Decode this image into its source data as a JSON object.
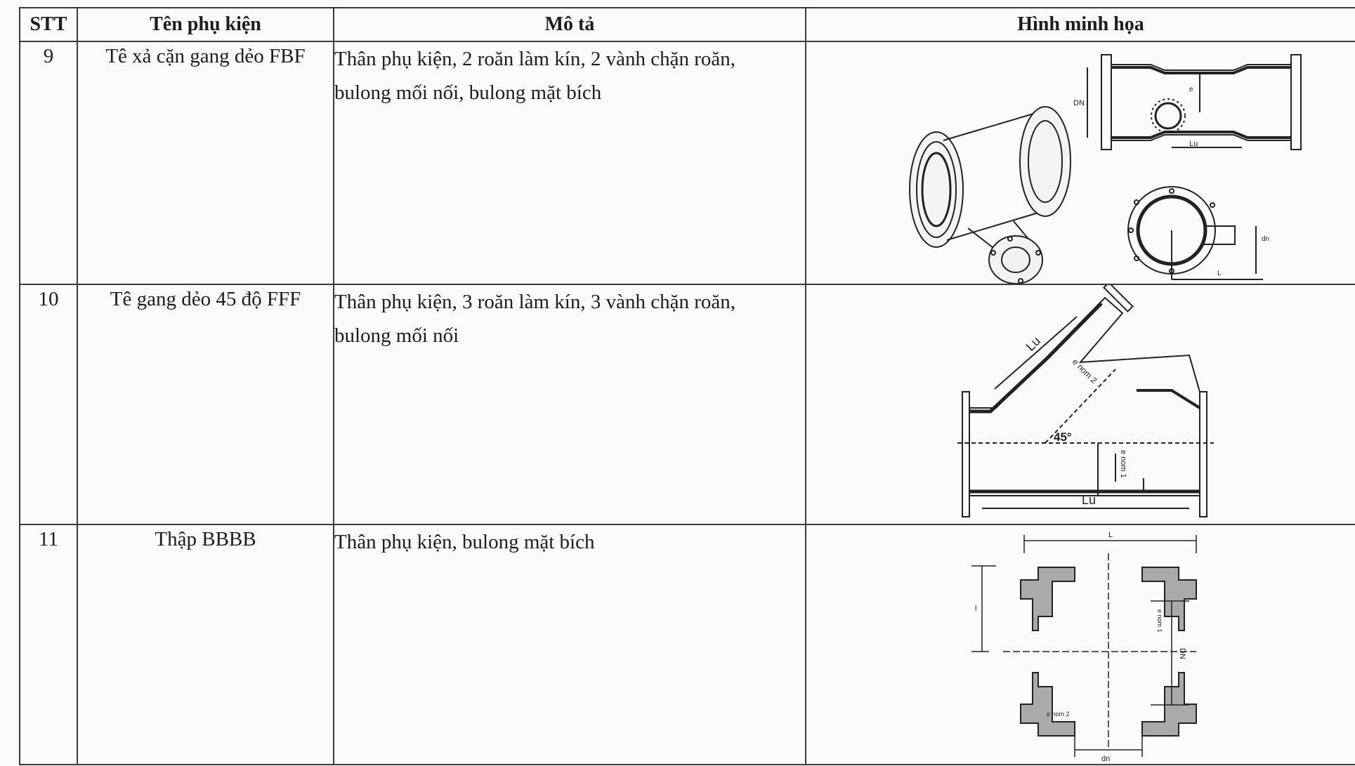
{
  "header": {
    "stt": "STT",
    "name": "Tên phụ kiện",
    "description": "Mô tả",
    "illustration": "Hình minh họa"
  },
  "rows": [
    {
      "stt": "9",
      "name": "Tê xả cặn gang dẻo FBF",
      "description_lines": [
        "Thân phụ kiện, 2 roăn làm kín, 2 vành chặn roăn,",
        "bulong mối nối, bulong mặt bích"
      ],
      "illustration": {
        "icon": "drain-tee-drawing-icon",
        "labels": {
          "dn_upper": "DN",
          "e_nom": "e",
          "lu": "Lu",
          "dn_lower": "dn",
          "l": "L"
        }
      }
    },
    {
      "stt": "10",
      "name": "Tê gang dẻo 45 độ FFF",
      "description_lines": [
        "Thân phụ kiện, 3 roăn làm kín, 3 vành chặn roăn,",
        "bulong mối nối"
      ],
      "illustration": {
        "icon": "tee-45-degree-drawing-icon",
        "labels": {
          "lu_top": "Lu",
          "e_nom_2": "e nom 2",
          "angle": "45°",
          "e_nom_1": "e nom 1",
          "lu_bottom": "Lu"
        }
      }
    },
    {
      "stt": "11",
      "name": "Thập BBBB",
      "description_lines": [
        "Thân phụ kiện, bulong mặt bích"
      ],
      "illustration": {
        "icon": "cross-fitting-drawing-icon",
        "labels": {
          "l_top": "L",
          "l_left": "l",
          "e_nom_1": "e nom 1",
          "dn_right": "DN",
          "e_nom_2": "e nom 2",
          "dn_bottom": "dn"
        }
      }
    }
  ]
}
